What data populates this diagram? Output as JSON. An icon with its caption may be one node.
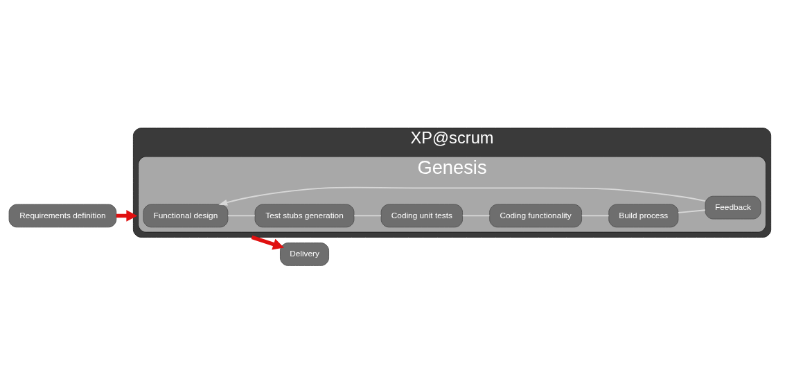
{
  "diagram": {
    "nodes": [
      {
        "text": [
          "Requirements definition"
        ]
      },
      {
        "text": [
          "XP@scrum"
        ]
      },
      {
        "text": [
          "Genesis"
        ],
        "in": 1
      },
      {
        "text": [
          "Functional design"
        ],
        "in": 2
      },
      {
        "text": [
          "Test stubs generation"
        ],
        "in": 2
      },
      {
        "text": [
          "Coding unit tests"
        ],
        "in": 2
      },
      {
        "text": [
          "Coding functionality"
        ],
        "in": 2
      },
      {
        "text": [
          "Build process"
        ],
        "in": 2
      },
      {
        "text": [
          "Feedback"
        ],
        "in": 2
      },
      {
        "text": [
          "Delivery"
        ]
      }
    ],
    "edges": [
      {
        "from": 0,
        "to": 1,
        "arrow": "to",
        "style": "thick",
        "color": "#e01010"
      },
      {
        "from": 3,
        "to": 4,
        "arrow": "none"
      },
      {
        "from": 4,
        "to": 5,
        "arrow": "none"
      },
      {
        "from": 5,
        "to": 6,
        "arrow": "none"
      },
      {
        "from": 6,
        "to": 7,
        "arrow": "none"
      },
      {
        "from": 7,
        "to": 8,
        "arrow": "none"
      },
      {
        "from": 8,
        "to": 3,
        "arrow": "to"
      },
      {
        "from": 1,
        "to": 9,
        "arrow": "to",
        "style": "thick",
        "color": "#e01010"
      }
    ]
  }
}
